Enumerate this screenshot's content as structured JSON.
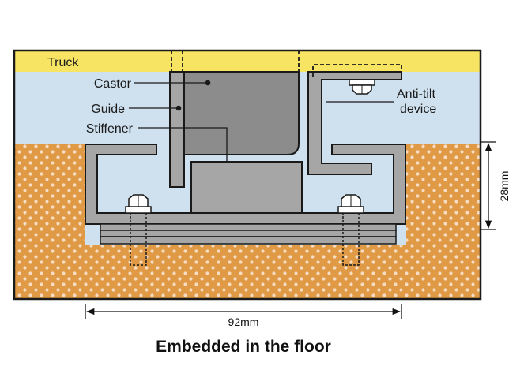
{
  "labels": {
    "truck": "Truck",
    "castor": "Castor",
    "guide": "Guide",
    "stiffener": "Stiffener",
    "anti_tilt_line1": "Anti-tilt",
    "anti_tilt_line2": "device",
    "height_dim": "28mm",
    "width_dim": "92mm",
    "caption": "Embedded in the floor"
  },
  "colors": {
    "truck": "#f7e463",
    "air": "#cfe0ee",
    "floor": "#e09a45",
    "floor_dots": "#f6dcc2",
    "steel": "#a6a6a6",
    "castor": "#8c8c8c",
    "outline": "#1a1a1a"
  }
}
